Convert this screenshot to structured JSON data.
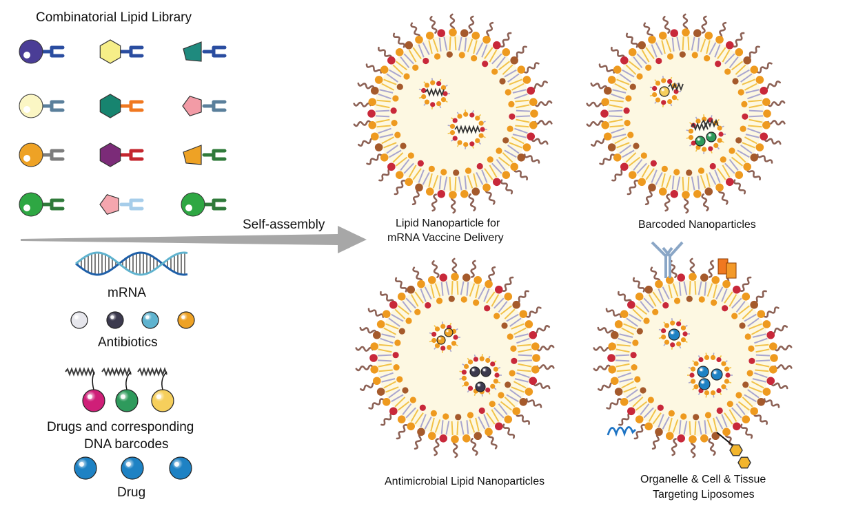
{
  "library": {
    "title": "Combinatorial Lipid Library",
    "lipids": [
      {
        "head": "circle",
        "color": "#4a3d96",
        "tail": "#2a4da0"
      },
      {
        "head": "hexagon",
        "color": "#f6ee88",
        "tail": "#2a4da0"
      },
      {
        "head": "wedge",
        "color": "#1f8a7e",
        "tail": "#2a4da0"
      },
      {
        "head": "circle",
        "color": "#fbf6c4",
        "tail": "#5a7f9b"
      },
      {
        "head": "hexagon",
        "color": "#17846f",
        "tail": "#f07820"
      },
      {
        "head": "pentagon",
        "color": "#f29ba6",
        "tail": "#5a7f9b"
      },
      {
        "head": "circle",
        "color": "#eea225",
        "tail": "#7d7d7d"
      },
      {
        "head": "hexagon",
        "color": "#7b2b78",
        "tail": "#c4262e"
      },
      {
        "head": "wedge",
        "color": "#eea225",
        "tail": "#2f7a3a"
      },
      {
        "head": "circle",
        "color": "#2ea743",
        "tail": "#2f7a3a"
      },
      {
        "head": "pentagon",
        "color": "#f4a6ae",
        "tail": "#a6cdea"
      },
      {
        "head": "circle",
        "color": "#2ea743",
        "tail": "#2f7a3a"
      }
    ]
  },
  "process_label": "Self-assembly",
  "cargo": {
    "mrna_label": "mRNA",
    "antibiotics_label": "Antibiotics",
    "antibiotic_colors": [
      "#e6e6ec",
      "#3c3a4e",
      "#5fb3cf",
      "#eea225"
    ],
    "barcodes_label_line1": "Drugs and corresponding",
    "barcodes_label_line2": "DNA barcodes",
    "barcode_colors": [
      "#cf1f78",
      "#2e9a5c",
      "#f6cf5c"
    ],
    "drug_label": "Drug",
    "drug_color": "#1e82c4"
  },
  "particles": [
    {
      "label_line1": "Lipid Nanoparticle for",
      "label_line2": "mRNA Vaccine Delivery",
      "cargo": "mrna"
    },
    {
      "label_line1": "Barcoded Nanoparticles",
      "label_line2": "",
      "cargo": "barcode"
    },
    {
      "label_line1": "Antimicrobial Lipid Nanoparticles",
      "label_line2": "",
      "cargo": "antibiotic"
    },
    {
      "label_line1": "Organelle & Cell & Tissue",
      "label_line2": "Targeting Liposomes",
      "cargo": "drug"
    }
  ],
  "colors": {
    "core": "#fdf8e2",
    "head_orange": "#ee9a1f",
    "head_red": "#c8283a",
    "head_brown": "#a55a2c",
    "tail_yellow": "#f2c248",
    "tail_lavender": "#a9a6cf",
    "peg": "#8c6155",
    "arrow": "#a7a7a7"
  }
}
